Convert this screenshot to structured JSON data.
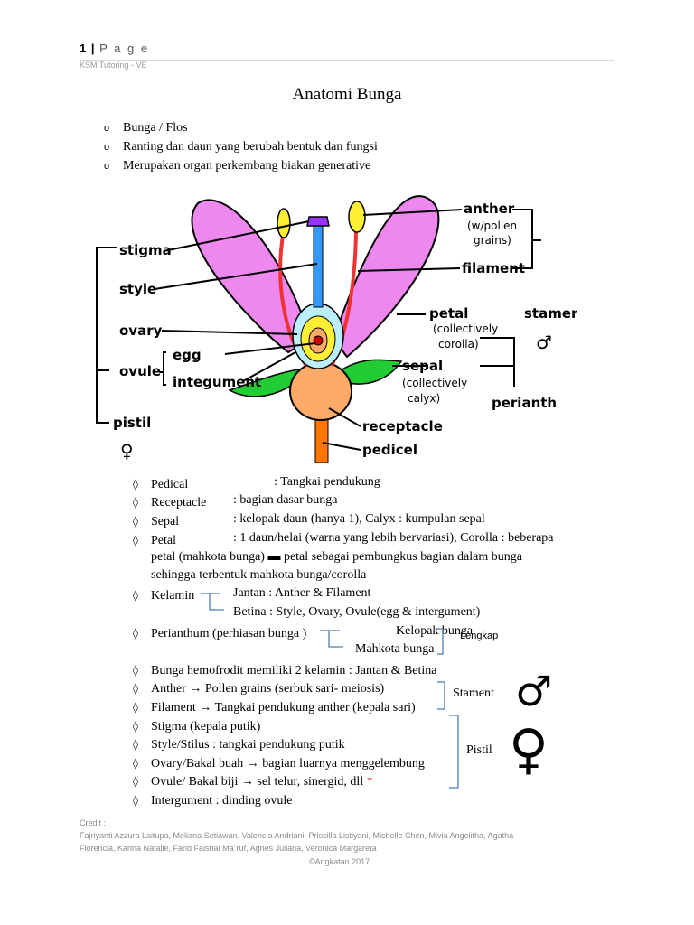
{
  "header": {
    "page_number": "1",
    "separator": "|",
    "page_word": "P a g e",
    "subtitle": "KSM Tutoring - VE"
  },
  "title": "Anatomi Bunga",
  "intro_bullets": [
    "Bunga / Flos",
    "Ranting dan daun yang berubah bentuk dan fungsi",
    "Merupakan organ perkembang biakan generative"
  ],
  "diagram": {
    "labels": {
      "stigma": "stigma",
      "style": "style",
      "ovary": "ovary",
      "ovule": "ovule",
      "egg": "egg",
      "integument": "integument",
      "pistil": "pistil",
      "anther": "anther",
      "anther_note_1": "(w/pollen",
      "anther_note_2": "grains)",
      "filament": "filament",
      "stamen": "stamen",
      "petal": "petal",
      "petal_note_1": "(collectively",
      "petal_note_2": "corolla)",
      "sepal": "sepal",
      "sepal_note_1": "(collectively",
      "sepal_note_2": "calyx)",
      "perianth": "perianth",
      "receptacle": "receptacle",
      "pedicel": "pedicel",
      "male_symbol": "♂",
      "female_symbol": "♀"
    },
    "colors": {
      "petal": "#ee88ee",
      "sepal": "#22cc33",
      "receptacle": "#ffaa66",
      "pedicel": "#ff7700",
      "anther": "#ffee33",
      "style": "#3399ff",
      "stigma": "#9933ff",
      "filament": "#ee3333"
    }
  },
  "items": {
    "pedical": {
      "term": "Pedical",
      "def": ": Tangkai pendukung"
    },
    "receptacle": {
      "term": "Receptacle",
      "def": ": bagian dasar bunga"
    },
    "sepal": {
      "term": "Sepal",
      "def": ": kelopak daun (hanya 1), Calyx : kumpulan sepal"
    },
    "petal": {
      "term": "Petal",
      "def": ": 1 daun/helai (warna yang lebih bervariasi), Corolla : beberapa",
      "cont1": "petal (mahkota bunga) ▬ petal sebagai pembungkus bagian dalam bunga",
      "cont2": "sehingga terbentuk mahkota bunga/corolla"
    },
    "kelamin": {
      "term": "Kelamin",
      "jantan": "Jantan : Anther & Filament",
      "betina": "Betina : Style, Ovary, Ovule(egg & intergument)"
    },
    "perianthum": {
      "term": "Perianthum (perhiasan bunga )",
      "kelopak": "Kelopak bunga",
      "mahkota": "Mahkota bunga",
      "lengkap": "Lengkap"
    },
    "hemofrodit": "Bunga hemofrodit memiliki 2 kelamin : Jantan & Betina",
    "anther": "Anther → Pollen grains (serbuk sari- meiosis)",
    "filament": "Filament → Tangkai pendukung anther (kepala sari)",
    "stigma": "Stigma (kepala putik)",
    "style": "Style/Stilus : tangkai pendukung putik",
    "ovary": "Ovary/Bakal buah → bagian luarnya menggelembung",
    "ovule": "Ovule/ Bakal biji → sel telur, sinergid, dll",
    "ovule_mark": "*",
    "intergument": "Intergument : dinding ovule",
    "stament_label": "Stament",
    "pistil_label": "Pistil",
    "male_symbol": "♂",
    "female_symbol": "♀",
    "bullet_glyph": "◊"
  },
  "credit": {
    "heading": "Credit :",
    "line1": "Fajriyanti Azzura Laitupa, Meliana Setiawan, Valencia Andriani, Priscilla Listiyani, Michelle Chen, Mivia Angelitha, Agatha",
    "line2": "Florencia, Karina Natalie, Farid Faishal Ma`ruf, Agnes Juliana, Veronica Margareta",
    "copyright": "©Angkatan 2017"
  }
}
